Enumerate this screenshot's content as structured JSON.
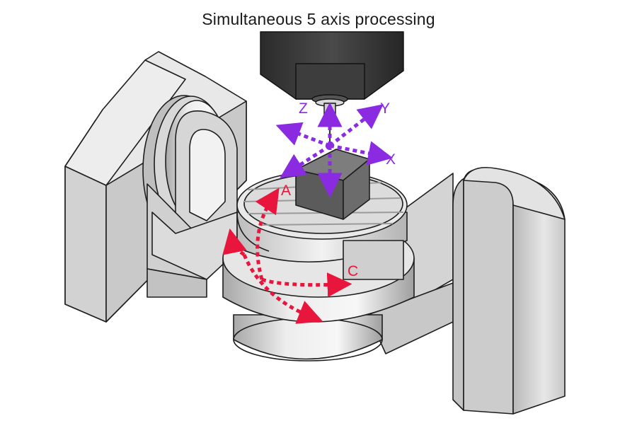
{
  "title": "Simultaneous 5 axis processing",
  "axes": {
    "linear": [
      "X",
      "Y",
      "Z"
    ],
    "rotary": [
      "A",
      "C"
    ]
  },
  "colors": {
    "linear_axis_arrows": "#8a2be2",
    "rotary_axis_arrows": "#e8163c",
    "machine_body": "#d9d9d9",
    "spindle_head": "#3a3a3a",
    "workpiece": "#5f5f5f"
  }
}
